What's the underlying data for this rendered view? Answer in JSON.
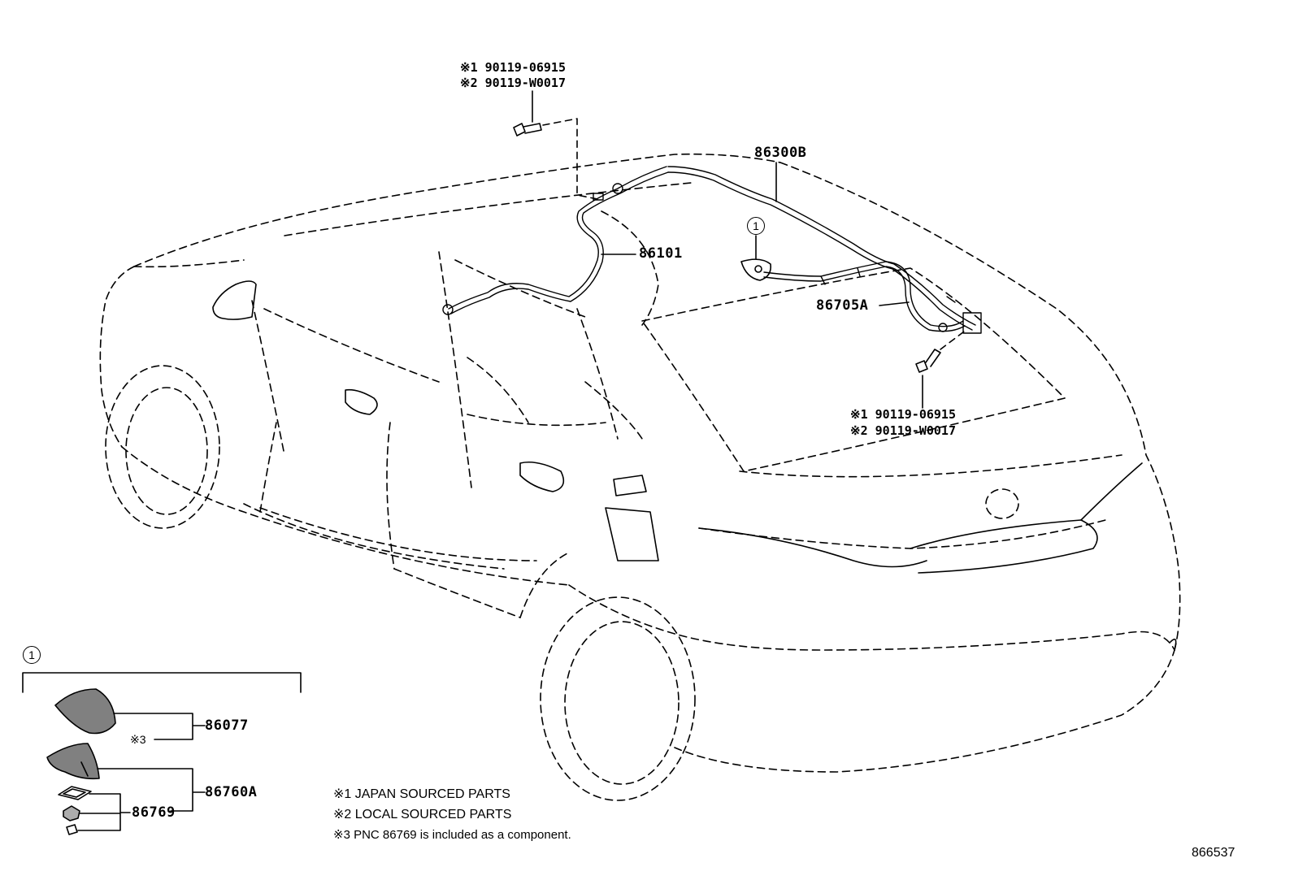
{
  "diagram": {
    "figure_number": "866537",
    "callout_marker": "1",
    "labels": {
      "antenna_cord": "86101",
      "roof_cord": "86300B",
      "amp_cord": "86705A",
      "antenna_pole": "86077",
      "antenna_assy": "86760A",
      "gasket": "86769"
    },
    "bolt_refs_top": {
      "line1": "※1 90119-06915",
      "line2": "※2 90119-W0017"
    },
    "bolt_refs_right": {
      "line1": "※1 90119-06915",
      "line2": "※2 90119-W0017"
    },
    "inset_note_marker": "※3",
    "notes": [
      "※1 JAPAN SOURCED PARTS",
      "※2 LOCAL SOURCED PARTS",
      "※3 PNC 86769 is included as a component."
    ]
  }
}
